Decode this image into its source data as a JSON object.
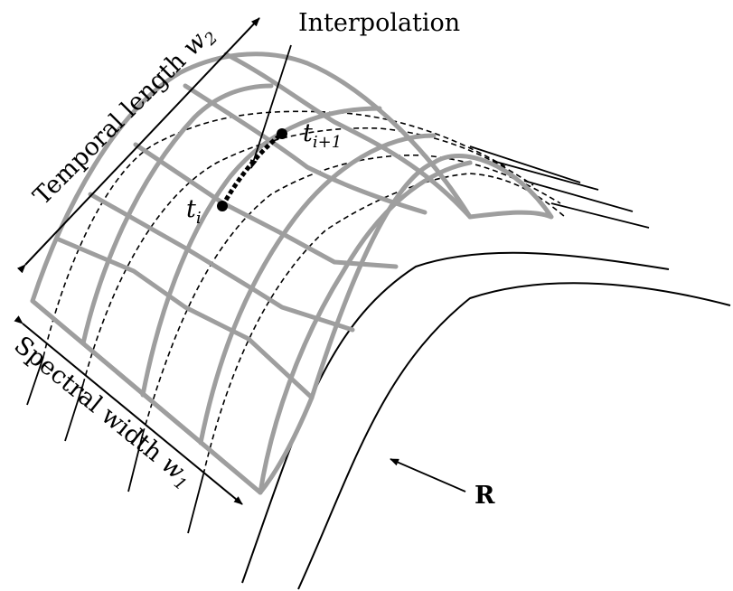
{
  "labels": {
    "interpolation": "Interpolation",
    "temporal_text": "Temporal length ",
    "temporal_var": "w",
    "temporal_sub": "2",
    "spectral_text": "Spectral width ",
    "spectral_var": "w",
    "spectral_sub": "1",
    "t_i_var": "t",
    "t_i_sub": "i",
    "t_next_var": "t",
    "t_next_sub": "i+1",
    "region": "R"
  },
  "colors": {
    "mesh": "#9e9e9e",
    "ink": "#000000"
  }
}
